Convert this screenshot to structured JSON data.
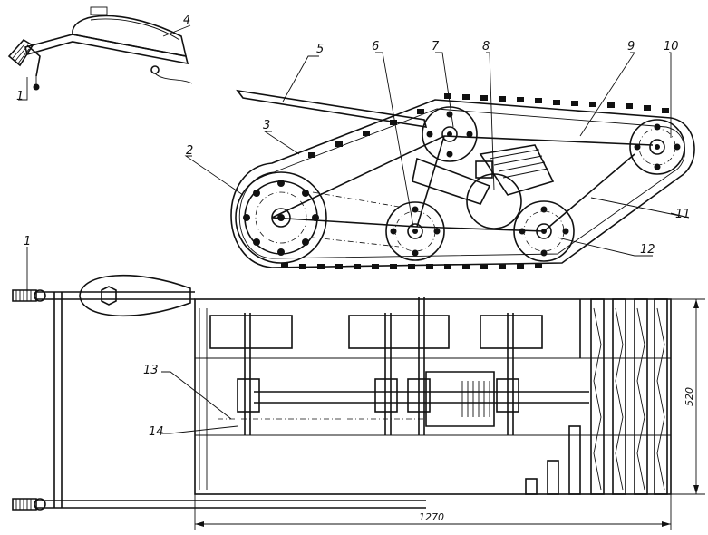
{
  "labels": {
    "l1": "1",
    "l2": "2",
    "l3": "3",
    "l4": "4",
    "l5": "5",
    "l6": "6",
    "l7": "7",
    "l8": "8",
    "l9": "9",
    "l10": "10",
    "l11": "11",
    "l12": "12",
    "l13": "13",
    "l14": "14",
    "l1b": "1"
  },
  "dimensions": {
    "width": "520",
    "length": "1270"
  }
}
